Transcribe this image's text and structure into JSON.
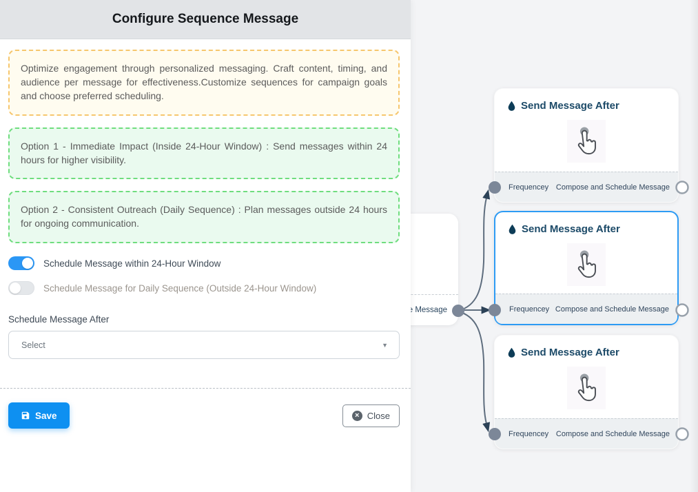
{
  "panel": {
    "title": "Configure Sequence Message",
    "info_note": "Optimize engagement through personalized messaging. Craft content, timing, and audience per message for effectiveness.Customize sequences for campaign goals and choose preferred scheduling.",
    "option1_note": "Option 1 - Immediate Impact (Inside 24-Hour Window) : Send messages within 24 hours for higher visibility.",
    "option2_note": "Option 2 - Consistent Outreach (Daily Sequence) : Plan messages outside 24 hours for ongoing communication.",
    "toggles": [
      {
        "label": "Schedule Message within 24-Hour Window",
        "state": "on"
      },
      {
        "label": "Schedule Message for Daily Sequence (Outside 24-Hour Window)",
        "state": "off"
      }
    ],
    "schedule_after": {
      "label": "Schedule Message After",
      "value": "Select"
    },
    "buttons": {
      "save": "Save",
      "close": "Close"
    }
  },
  "icons": {
    "caret": "▼",
    "close_x": "×"
  },
  "flow": {
    "parent_node": {
      "footer_label": "Sequence Message"
    },
    "nodes": [
      {
        "title": "Send Message After",
        "footer_left": "Frequencey",
        "footer_right": "Compose and Schedule Message",
        "selected": false
      },
      {
        "title": "Send Message After",
        "footer_left": "Frequencey",
        "footer_right": "Compose and Schedule Message",
        "selected": true
      },
      {
        "title": "Send Message After",
        "footer_left": "Frequencey",
        "footer_right": "Compose and Schedule Message",
        "selected": false
      }
    ]
  },
  "colors": {
    "accent_blue": "#2d9bf4",
    "toggle_on": "#2b97f5",
    "save_button": "#0e90f1",
    "yellow_note_border": "#f6c66d",
    "green_note_border": "#6fdd7e",
    "edge": "#5e6d7e",
    "arrowhead": "#2c4257",
    "node_title": "#1c4a68",
    "header_bg": "#e2e4e7"
  }
}
